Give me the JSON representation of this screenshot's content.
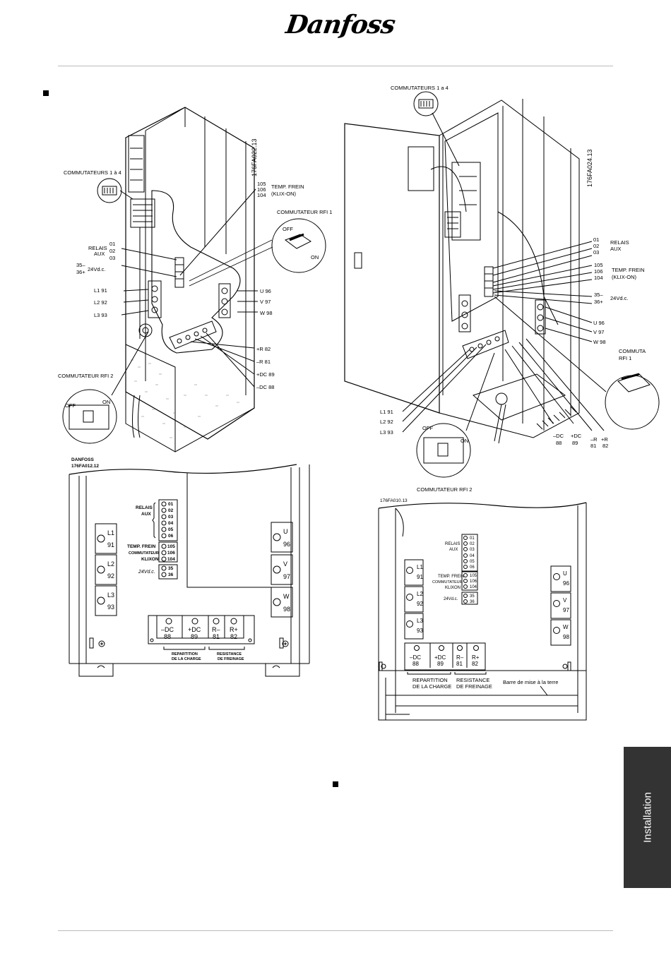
{
  "header": {
    "logo": "Danfoss"
  },
  "tab": {
    "label": "Installation"
  },
  "fig_a": {
    "ref": "176FA022.13",
    "sw14": "COMMUTATEURS 1 à 4",
    "temp": [
      "105",
      "106",
      "104"
    ],
    "temp_label": [
      "TEMP. FREIN",
      "(KLIX-ON)"
    ],
    "rfi1": "COMMUTATEUR RFI 1",
    "relais_label": [
      "RELAIS",
      "AUX"
    ],
    "relais": [
      "01",
      "02",
      "03"
    ],
    "dc24": [
      "35–",
      "36+"
    ],
    "dc24_label": "24Vd.c.",
    "inputs": [
      "L1  91",
      "L2  92",
      "L3  93"
    ],
    "outputs": [
      "U  96",
      "V  97",
      "W  98"
    ],
    "brake": [
      "+R  82",
      "–R  81",
      "+DC  89",
      "–DC  88"
    ],
    "rfi2": "COMMUTATEUR RFI 2",
    "off": "OFF",
    "on": "ON"
  },
  "fig_b": {
    "sw14": "COMMUTATEURS 1 a 4",
    "ref": "176FA024.13",
    "relais": [
      "01",
      "02",
      "03"
    ],
    "relais_label": [
      "RELAIS",
      "AUX"
    ],
    "temp": [
      "105",
      "106",
      "104"
    ],
    "temp_label": [
      "TEMP. FREIN",
      "(KLIX-ON)"
    ],
    "dc24": [
      "35–",
      "36+"
    ],
    "dc24_label": "24Vd.c.",
    "outputs": [
      "U  96",
      "V  97",
      "W  98"
    ],
    "rfi1": [
      "COMMUTA",
      "RFI  1"
    ],
    "inputs": [
      "L1  91",
      "L2  92",
      "L3  93"
    ],
    "off": "OFF",
    "on": "ON",
    "dc": [
      [
        "–DC",
        "88"
      ],
      [
        "+DC",
        "89"
      ],
      [
        "–R",
        "81"
      ],
      [
        "+R",
        "82"
      ]
    ],
    "rfi2": "COMMUTATEUR  RFI  2"
  },
  "fig_c": {
    "ref": [
      "DANFOSS",
      "176FA012.12"
    ],
    "relais_label": [
      "RELAIS",
      "AUX"
    ],
    "relais": [
      "01",
      "02",
      "03",
      "04",
      "05",
      "06"
    ],
    "temp_label": [
      "TEMP. FREIN",
      "COMMUTATEUR",
      "KLIXON"
    ],
    "temp": [
      "105",
      "106",
      "104"
    ],
    "dc24_label": "24Vd.c.",
    "dc24": [
      "35",
      "36"
    ],
    "inputs": [
      [
        "L1",
        "91"
      ],
      [
        "L2",
        "92"
      ],
      [
        "L3",
        "93"
      ]
    ],
    "outputs": [
      [
        "U",
        "96"
      ],
      [
        "V",
        "97"
      ],
      [
        "W",
        "98"
      ]
    ],
    "dc": [
      [
        "–DC",
        "88"
      ],
      [
        "+DC",
        "89"
      ],
      [
        "R–",
        "81"
      ],
      [
        "R+",
        "82"
      ]
    ],
    "rep": [
      "REPARTITION",
      "DE LA CHARGE"
    ],
    "res": [
      "RESISTANCE",
      "DE FREINAGE"
    ]
  },
  "fig_d": {
    "ref": "176FA010.13",
    "relais_label": [
      "RELAIS",
      "AUX"
    ],
    "relais": [
      "01",
      "02",
      "03",
      "04",
      "05",
      "06"
    ],
    "temp_label": [
      "TEMP. FREIN",
      "COMMUTATEUR",
      "KLIXON"
    ],
    "temp": [
      "105",
      "106",
      "104"
    ],
    "dc24_label": "24Vd.c.",
    "dc24": [
      "35",
      "36"
    ],
    "inputs": [
      [
        "L1",
        "91"
      ],
      [
        "L2",
        "92"
      ],
      [
        "L3",
        "93"
      ]
    ],
    "outputs": [
      [
        "U",
        "96"
      ],
      [
        "V",
        "97"
      ],
      [
        "W",
        "98"
      ]
    ],
    "dc": [
      [
        "–DC",
        "88"
      ],
      [
        "+DC",
        "89"
      ],
      [
        "R–",
        "81"
      ],
      [
        "R+",
        "82"
      ]
    ],
    "rep": [
      "REPARTITION",
      "DE  LA  CHARGE"
    ],
    "res": [
      "RESISTANCE",
      "DE  FREINAGE"
    ],
    "ground": "Barre  de  mise  à  la  terre"
  }
}
